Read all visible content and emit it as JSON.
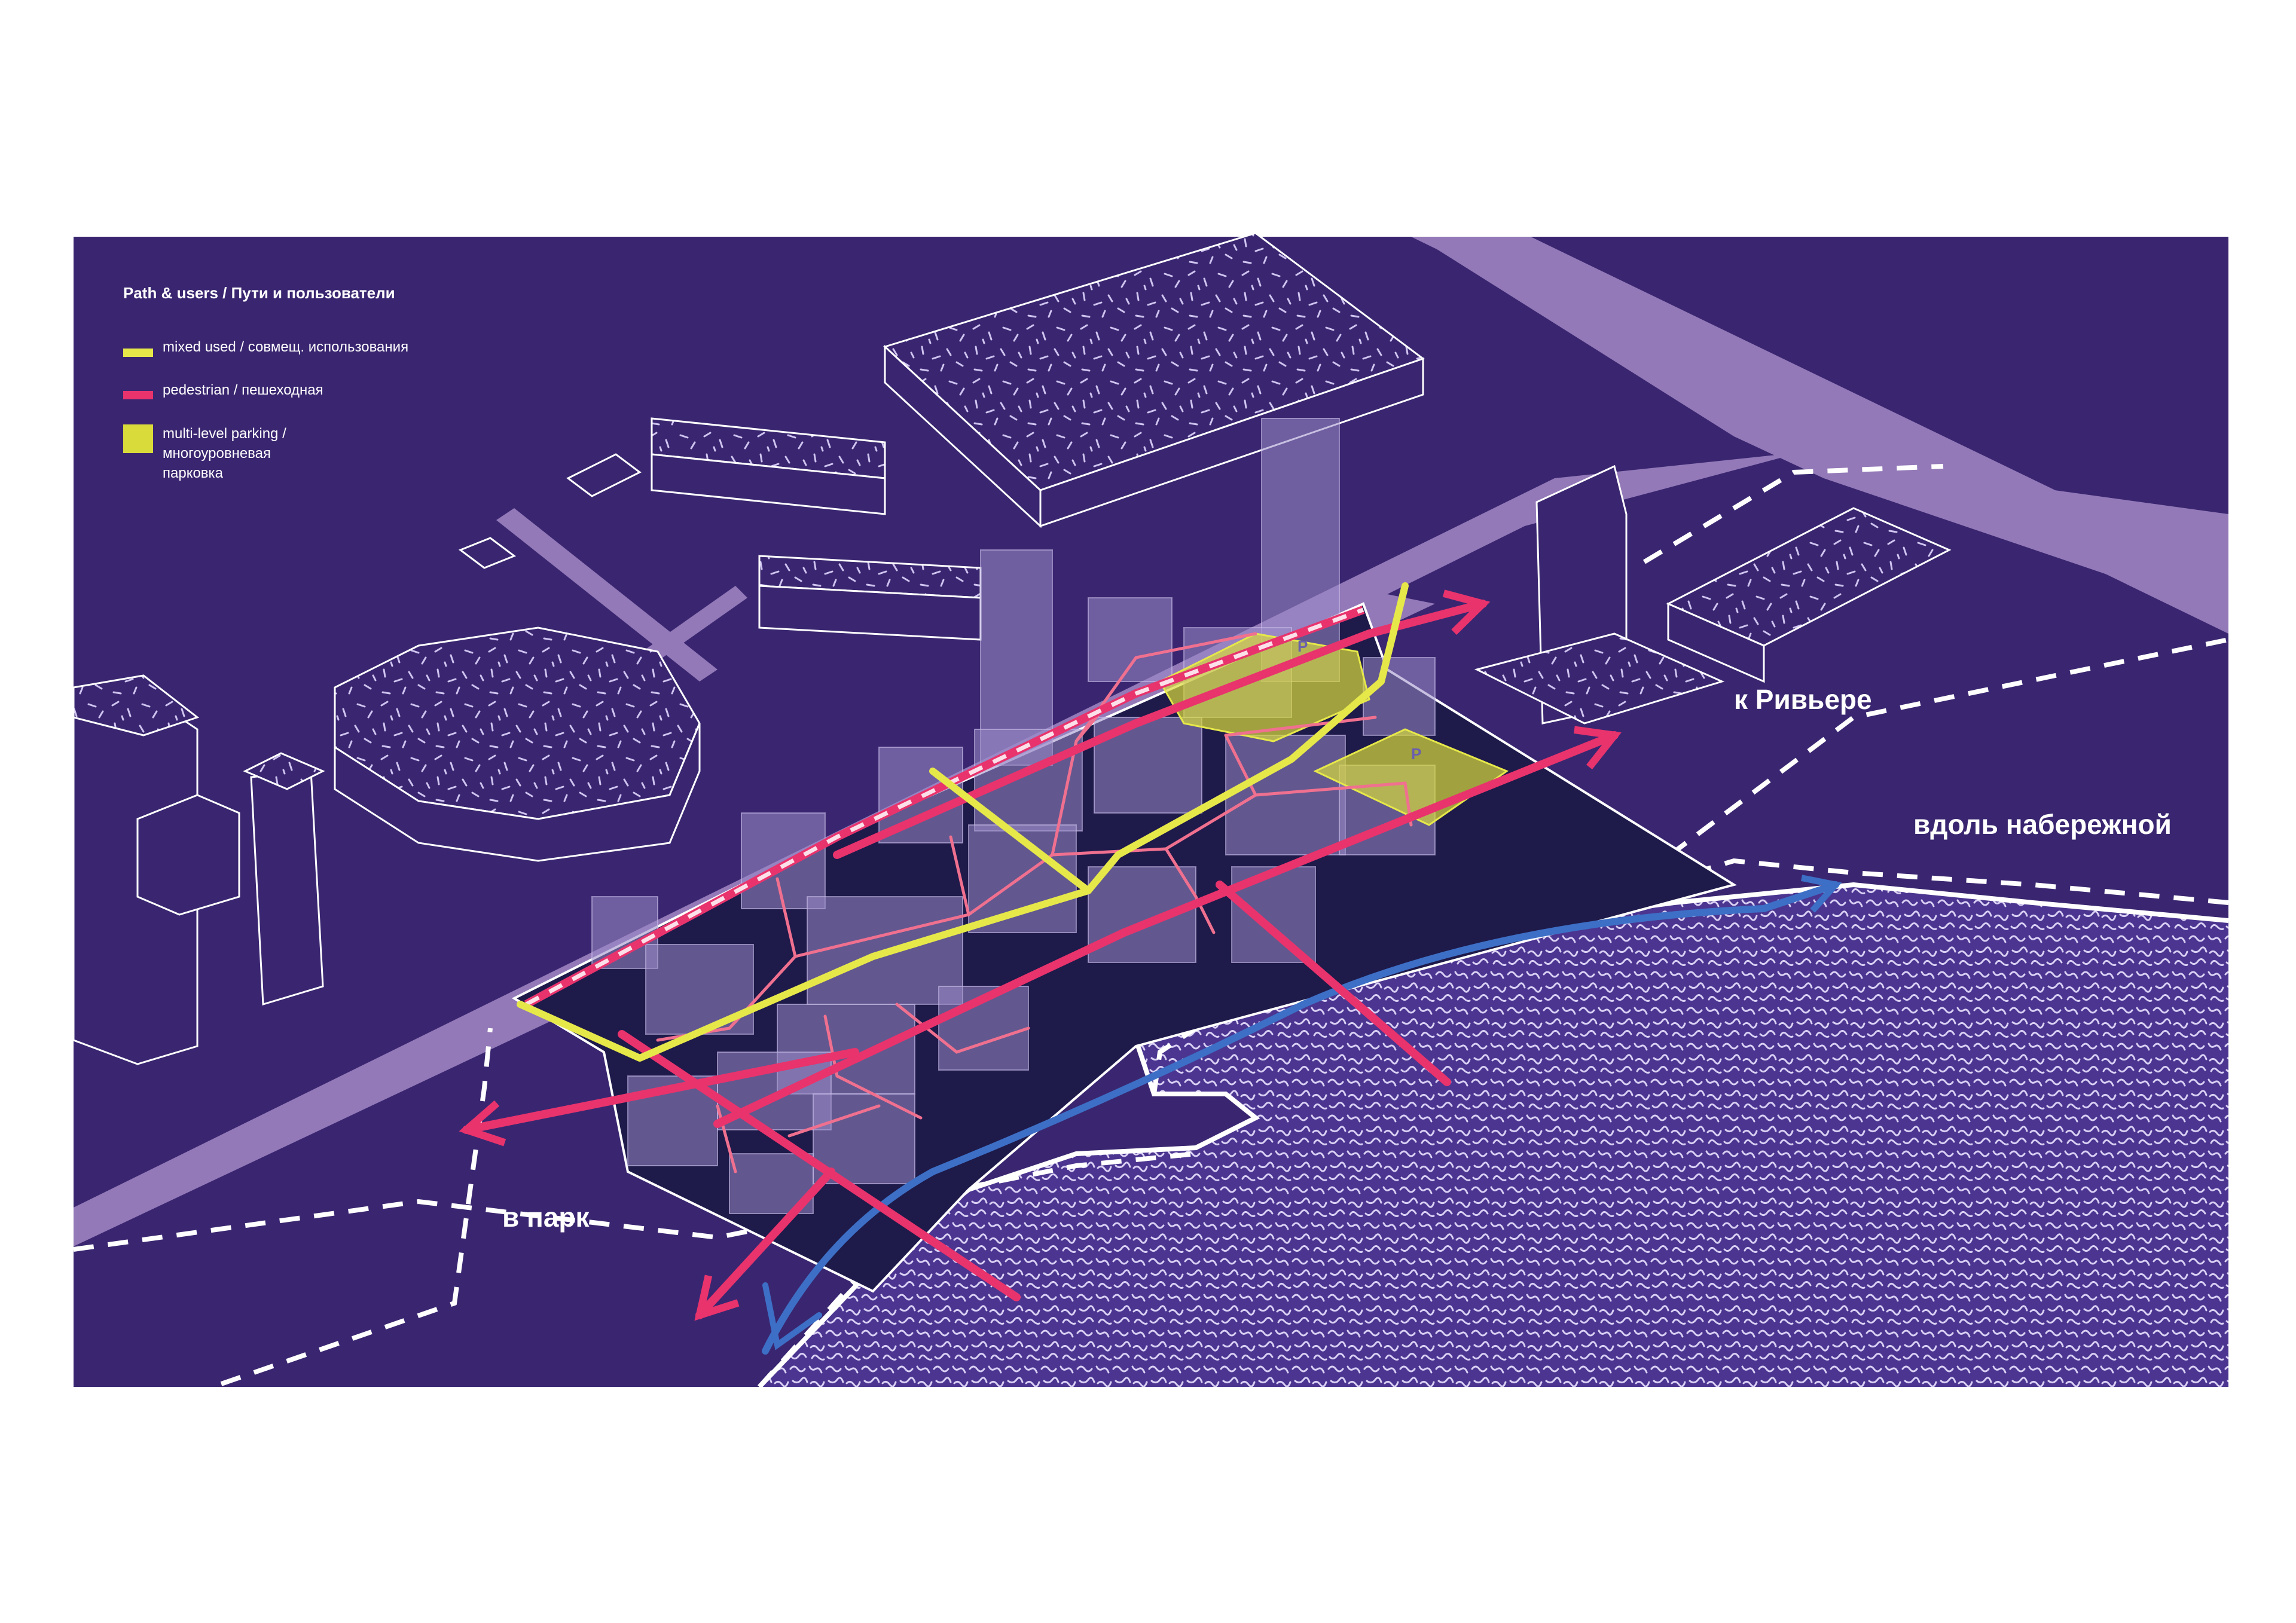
{
  "legend": {
    "title": "Path & users / Пути и пользователи",
    "items": [
      {
        "label": "mixed used / совмещ. использования",
        "color": "#e6e84a"
      },
      {
        "label": "pedestrian / пешеходная",
        "color": "#e8336d"
      },
      {
        "label_lines": [
          "multi-level parking /",
          "многоуровневая",
          "парковка"
        ],
        "color": "#d8db3a"
      }
    ]
  },
  "labels": {
    "riviera": "к Ривьере",
    "embankment": "вдоль набережной",
    "park": "в парк",
    "parking_marker": "P"
  },
  "colors": {
    "background": "#3a2670",
    "road": "#9379b8",
    "water_pattern": "#4b3590",
    "site": "#1e1a4a",
    "pedestrian": "#e8336d",
    "mixed": "#e6e84a",
    "waterfront_path": "#3d6fc6",
    "building_ghost": "#9a8cc8"
  }
}
